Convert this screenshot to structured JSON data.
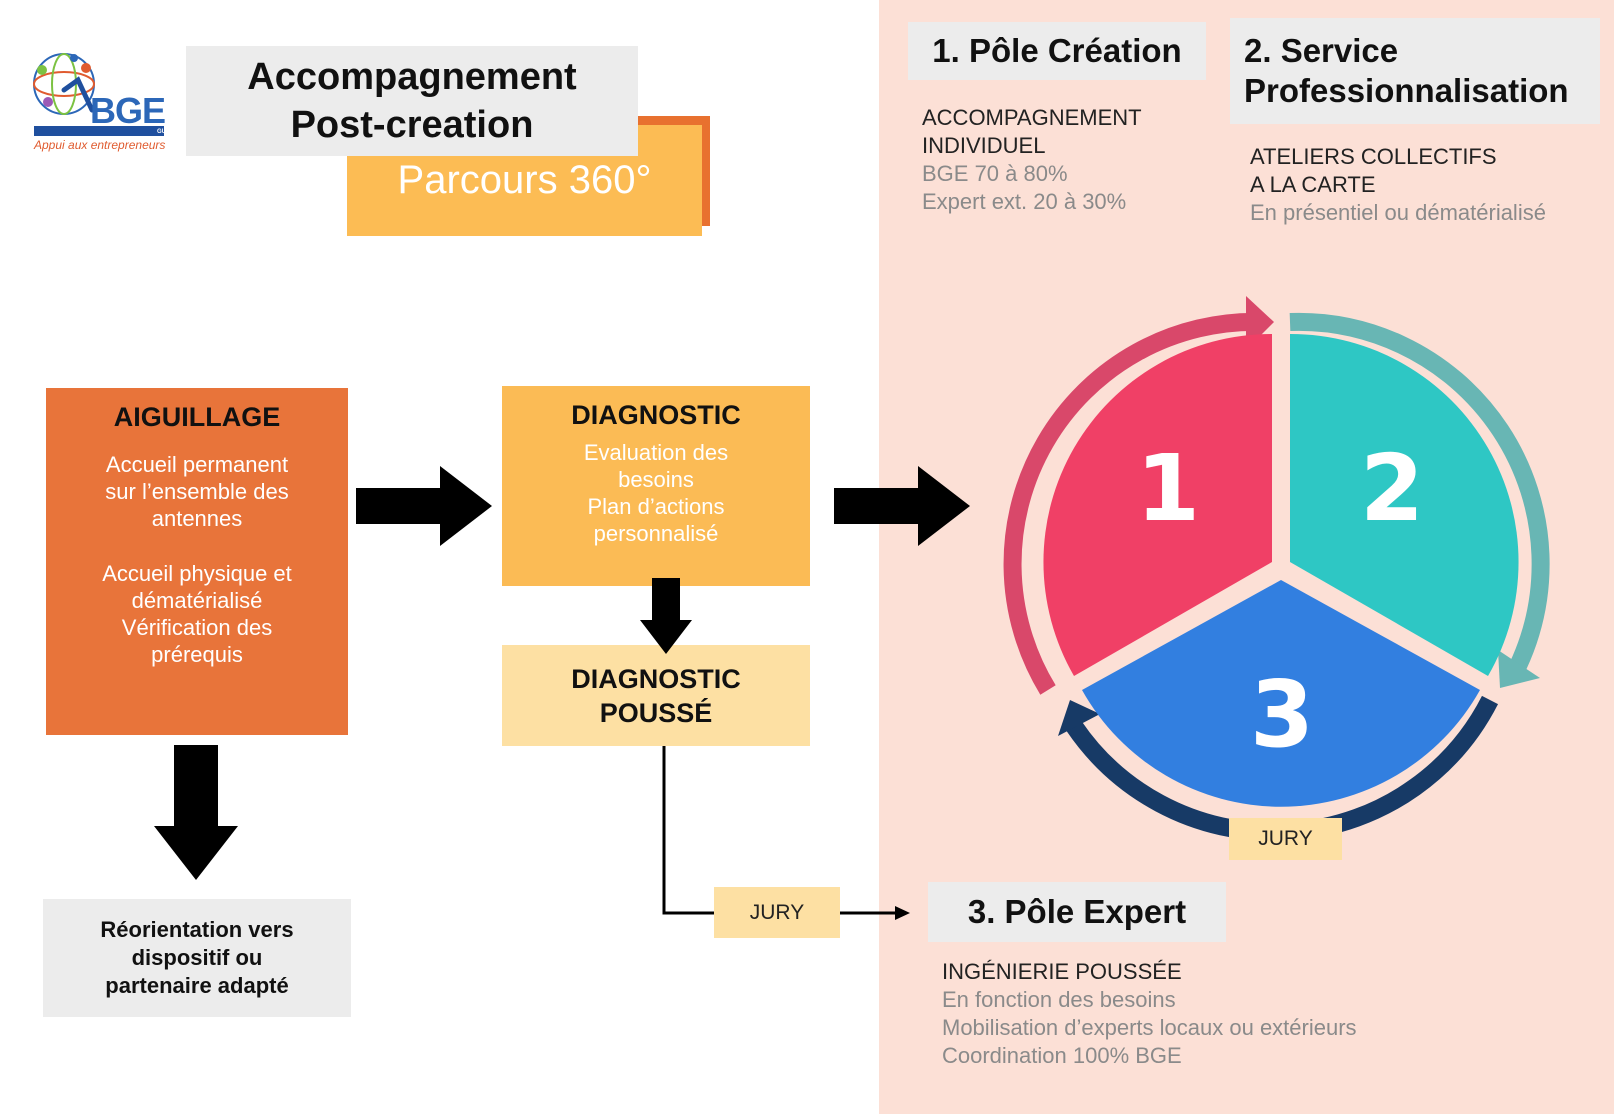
{
  "logo": {
    "name": "BGE",
    "region": "GUYANE",
    "tagline": "Appui aux entrepreneurs"
  },
  "header": {
    "title_line1": "Accompagnement",
    "title_line2": "Post-creation",
    "subtitle": "Parcours 360°"
  },
  "aiguillage": {
    "title": "AIGUILLAGE",
    "lines": [
      "Accueil permanent",
      "sur l’ensemble des",
      "antennes",
      "Accueil physique et",
      "dématérialisé",
      "Vérification des",
      "prérequis"
    ]
  },
  "diagnostic": {
    "title": "DIAGNOSTIC",
    "lines": [
      "Evaluation des",
      "besoins",
      "Plan d’actions",
      "personnalisé"
    ]
  },
  "diagnostic_pousse": {
    "line1": "DIAGNOSTIC",
    "line2": "POUSSÉ"
  },
  "reorientation": {
    "lines": [
      "Réorientation vers",
      "dispositif ou",
      "partenaire adapté"
    ]
  },
  "jury_label": "JURY",
  "cycle": {
    "segments": [
      "1",
      "2",
      "3"
    ],
    "colors": {
      "seg1": "#f04066",
      "seg2": "#2ec7c4",
      "seg3": "#327fe0",
      "arrow1": "#d9486a",
      "arrow2": "#68b6b4",
      "arrow3": "#173a66"
    }
  },
  "pole1": {
    "title": "1. Pôle Création",
    "heading_lines": [
      "ACCOMPAGNEMENT",
      "INDIVIDUEL"
    ],
    "details": [
      "BGE 70 à 80%",
      "Expert ext. 20 à 30%"
    ]
  },
  "pole2": {
    "title_line1": "2. Service",
    "title_line2": "Professionnalisation",
    "heading_lines": [
      "ATELIERS COLLECTIFS",
      "A LA CARTE"
    ],
    "details": [
      "En présentiel ou dématérialisé"
    ]
  },
  "pole3": {
    "title": "3. Pôle Expert",
    "heading_lines": [
      "INGÉNIERIE POUSSÉE"
    ],
    "details": [
      "En fonction des besoins",
      "Mobilisation d’experts locaux ou extérieurs",
      "Coordination 100% BGE"
    ]
  }
}
